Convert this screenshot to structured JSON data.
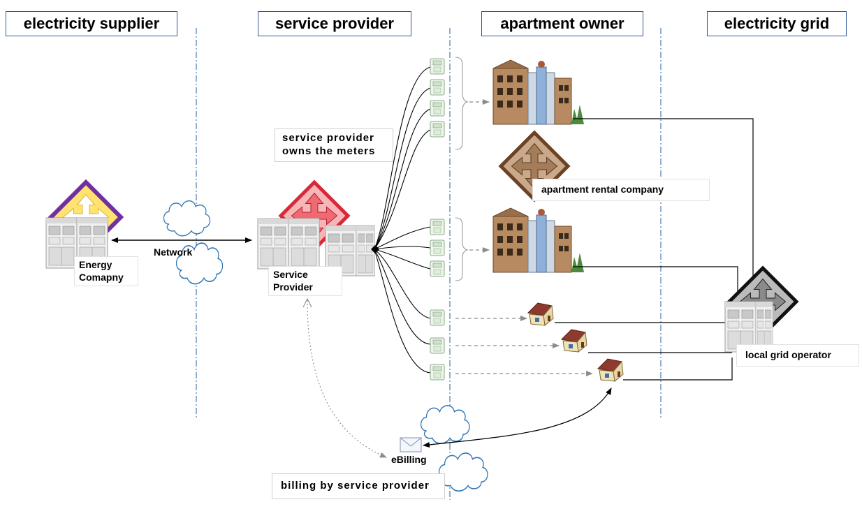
{
  "lanes": [
    {
      "label": "electricity supplier"
    },
    {
      "label": "service provider"
    },
    {
      "label": "apartment owner"
    },
    {
      "label": "electricity grid"
    }
  ],
  "labels": {
    "energy_company": "Energy Comapny",
    "network": "Network",
    "service_provider": "Service Provider",
    "meters_note_line1": "service provider",
    "meters_note_line2": "owns the meters",
    "rental_company": "apartment rental company",
    "grid_operator": "local grid operator",
    "ebilling": "eBilling",
    "billing_note": "billing by service provider"
  },
  "colors": {
    "lane_border": "#2f5597",
    "lane_divider": "#4a7ab8",
    "cloud": "#2e75b6",
    "energy_company_role": "#7030a0",
    "energy_company_fill": "#ffe36e",
    "service_provider_role": "#d62939",
    "service_provider_fill": "#f7b5b8",
    "rental_company_role": "#6b4226",
    "rental_company_fill": "#c9a98a",
    "grid_operator_role": "#111111",
    "grid_operator_fill": "#bbbbbb",
    "dashed_arrow": "#8c8c8c"
  },
  "icons": [
    "server-icon",
    "role-diamond-icon",
    "cloud-icon",
    "meter-icon",
    "apartment-building-icon",
    "house-icon",
    "envelope-icon"
  ]
}
